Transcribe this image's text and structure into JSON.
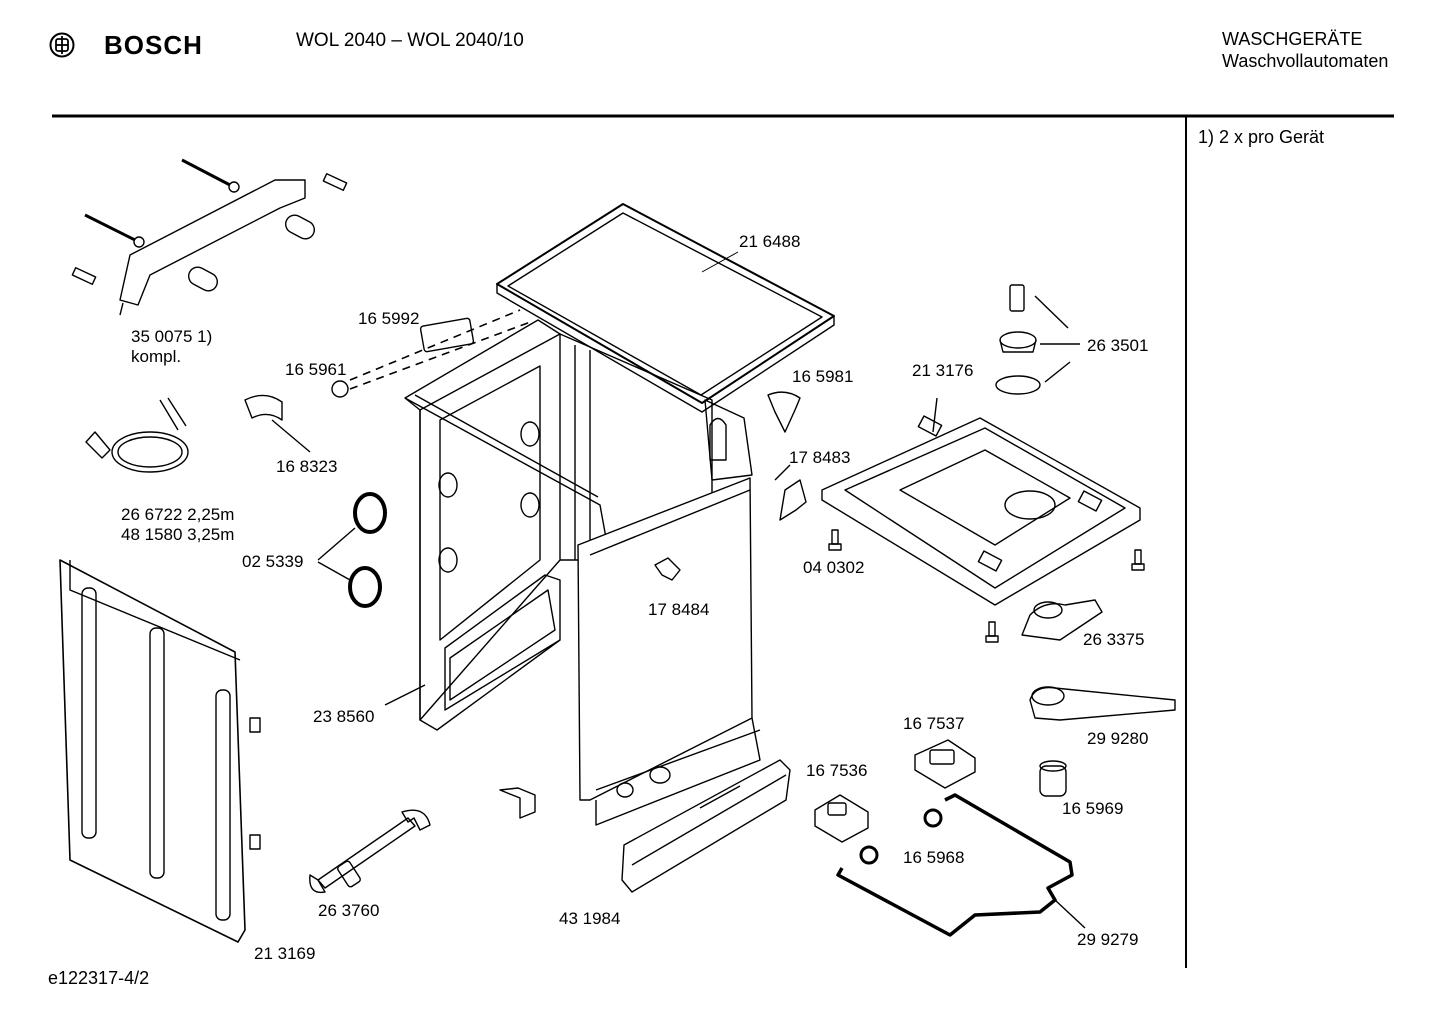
{
  "header": {
    "brand": "BOSCH",
    "model": "WOL 2040  – WOL 2040/10",
    "category_line1": "WASCHGERÄTE",
    "category_line2": "Waschvollautomaten"
  },
  "notes": {
    "footnote": "1) 2 x pro Gerät"
  },
  "footer": {
    "doc_id": "e122317-4/2"
  },
  "parts": {
    "p216488": "21 6488",
    "p165992": "16 5992",
    "p165961": "16 5961",
    "p350075": "35 0075 1)",
    "p350075_note": "kompl.",
    "p168323": "16 8323",
    "p266722": "26 6722 2,25m",
    "p481580": "48 1580 3,25m",
    "p025339": "02 5339",
    "p238560": "23 8560",
    "p165981": "16 5981",
    "p213176": "21 3176",
    "p263501": "26 3501",
    "p178483": "17 8483",
    "p040302": "04 0302",
    "p178484": "17 8484",
    "p263375": "26 3375",
    "p299280": "29 9280",
    "p167537": "16 7537",
    "p167536": "16 7536",
    "p165969": "16 5969",
    "p165968": "16 5968",
    "p263760": "26 3760",
    "p431984": "43 1984",
    "p299279": "29 9279",
    "p213169": "21 3169"
  },
  "colors": {
    "line": "#000000",
    "background": "#ffffff"
  }
}
